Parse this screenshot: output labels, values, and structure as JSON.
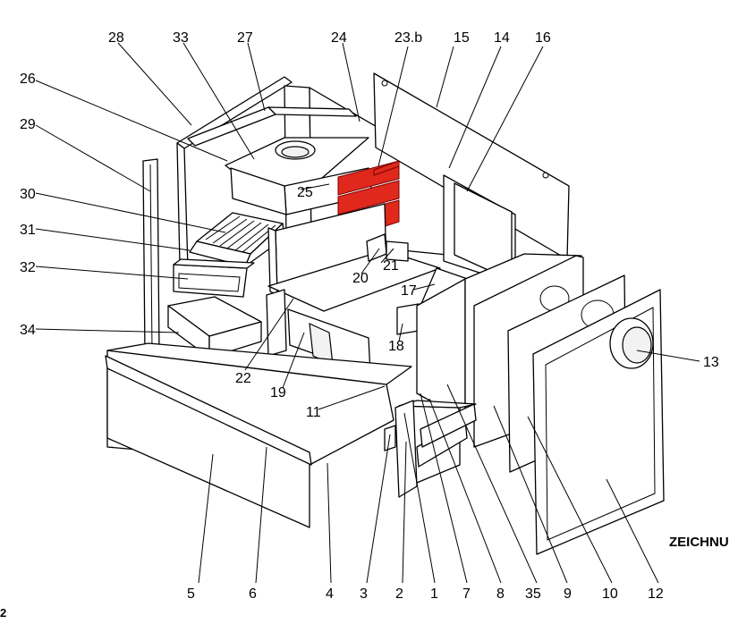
{
  "drawing_label": "ZEICHNU",
  "corner_mark": "2",
  "highlight_color": "#e0281c",
  "callouts": {
    "c28": "28",
    "c33": "33",
    "c27": "27",
    "c24": "24",
    "c23b": "23.b",
    "c15": "15",
    "c14": "14",
    "c16": "16",
    "c26": "26",
    "c29": "29",
    "c30": "30",
    "c31": "31",
    "c32": "32",
    "c34": "34",
    "c25": "25",
    "c20": "20",
    "c21": "21",
    "c17": "17",
    "c18": "18",
    "c22": "22",
    "c19": "19",
    "c11": "11",
    "c13": "13",
    "c5": "5",
    "c6": "6",
    "c4": "4",
    "c3": "3",
    "c2": "2",
    "c1": "1",
    "c7": "7",
    "c8": "8",
    "c35": "35",
    "c9": "9",
    "c10": "10",
    "c12": "12"
  }
}
